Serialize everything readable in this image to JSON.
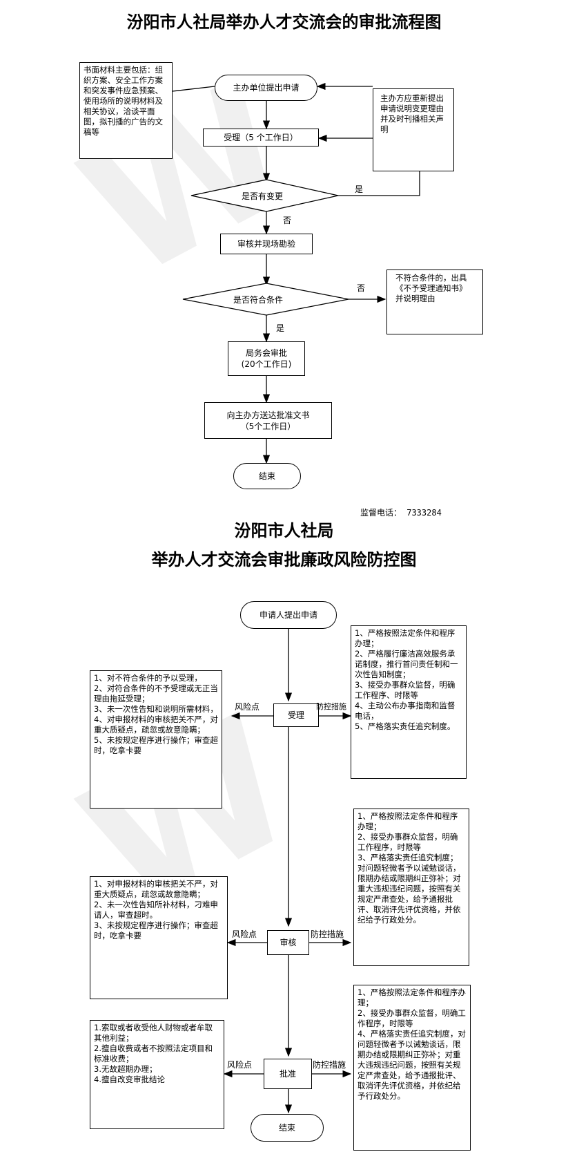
{
  "flowchart1": {
    "title": "汾阳市人社局举办人才交流会的审批流程图",
    "note_materials": "书面材料主要包括：组织方案、安全工作方案和突发事件应急预案、使用场所的说明材料及相关协议，洽谈平面图，拟刊播的广告的文稿等",
    "step_apply": "主办单位提出申请",
    "note_reapply": "主办方应重新提出申请说明变更理由并及时刊播相关声明",
    "step_accept": "受理（5 个工作日）",
    "decision_change": "是否有变更",
    "label_yes_change": "是",
    "label_no_change": "否",
    "step_review": "审核并现场勘验",
    "decision_condition": "是否符合条件",
    "label_no_condition": "否",
    "label_yes_condition": "是",
    "note_reject": "不符合条件的，出具《不予受理通知书》并说明理由",
    "step_approve_line1": "局务会审批",
    "step_approve_line2": "(20个工作日)",
    "step_deliver_line1": "向主办方送达批准文书",
    "step_deliver_line2": "（5个工作日）",
    "step_end": "结束",
    "hotline": "监督电话：  7333284"
  },
  "flowchart2": {
    "title_line1": "汾阳市人社局",
    "title_line2": "举办人才交流会审批廉政风险防控图",
    "step_apply": "申请人提出申请",
    "step_accept": "受理",
    "step_review": "审核",
    "step_approve": "批准",
    "step_end": "结束",
    "risk_label": "风险点",
    "control_label": "防控措施",
    "risk_accept": "1、对不符合条件的予以受理，\n2、对符合条件的不予受理或无正当理由拖延受理；\n3、未一次性告知和说明所需材料，\n4、对申报材料的审核把关不严，对重大质疑点，疏忽或故意隐瞒；\n5、未按规定程序进行操作；审查超时，吃拿卡要",
    "control_accept": "1、严格按照法定条件和程序办理；\n2、严格履行廉洁高效服务承诺制度，推行首问责任制和一次性告知制度；\n3、接受办事群众监督，明确工作程序、时限等\n4、主动公布办事指南和监督电话，\n5、严格落实责任追究制度。",
    "risk_review": "1、对申报材料的审核把关不严，对重大质疑点，疏忽或故意隐瞒；\n2、未一次性告知所补材料，刁难申请人，审查超时。\n3、未按规定程序进行操作；审查超时，吃拿卡要",
    "control_review": "1、严格按照法定条件和程序办理；\n2、接受办事群众监督，明确工作程序，时限等\n3、严格落实责任追究制度；对问题轻微者予以诫勉谈话，限期办结或限期纠正弥补；对重大违规违纪问题，按照有关规定严肃查处，给予通报批评、取消评先评优资格，并依纪给予行政处分。",
    "risk_approve": "1.索取或者收受他人财物或者牟取其他利益；\n2.擅自收费或者不按照法定项目和标准收费；\n3.无故超期办理；\n4.擅自改变审批结论",
    "control_approve": "1、严格按照法定条件和程序办理；\n2、接受办事群众监督，明确工作程序，时限等\n4、严格落实责任追究制度，对问题轻微者予以诫勉谈话，限期办结或限期纠正弥补；对重大违规违纪问题，按照有关规定严肃查处，给予通报批评、取消评先评优资格，并依纪给予行政处分。"
  },
  "colors": {
    "line": "#000000",
    "background": "#ffffff",
    "watermark": "#f0f0f0"
  }
}
